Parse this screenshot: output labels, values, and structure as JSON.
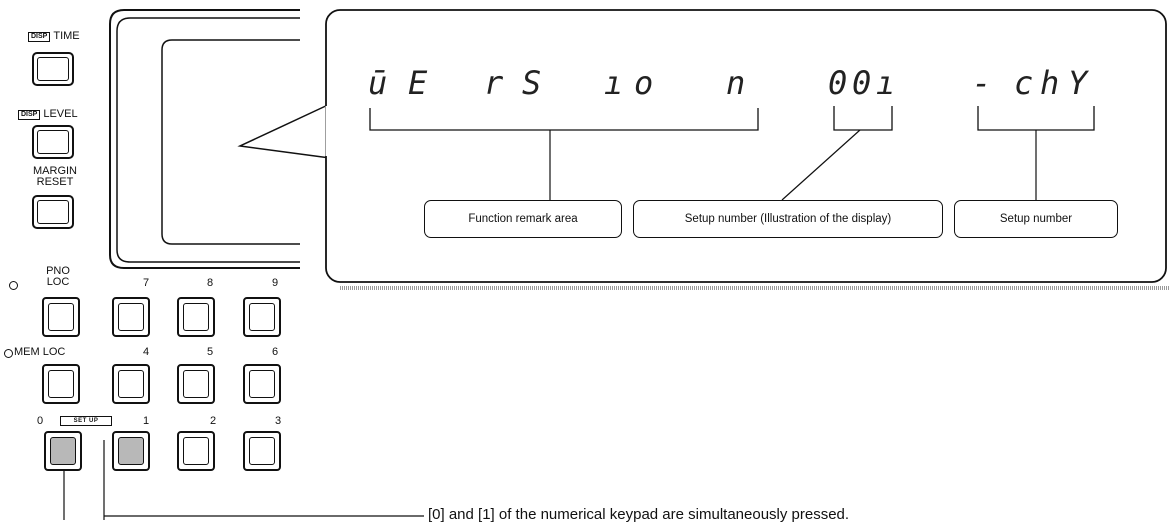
{
  "panel": {
    "disp_tag": "DISP",
    "time_label": "TIME",
    "level_label": "LEVEL",
    "margin_label": "MARGIN",
    "reset_label": "RESET",
    "pno_label": "PNO",
    "loc_label": "LOC",
    "memloc_label": "MEM LOC",
    "setup_tag": "SET UP",
    "keys": [
      "7",
      "8",
      "9",
      "4",
      "5",
      "6",
      "0",
      "1",
      "2",
      "3"
    ]
  },
  "display": {
    "segments": [
      "ū",
      "E",
      "r",
      "S",
      "ı",
      "o",
      "n",
      "0",
      "0",
      "ı",
      "-",
      "c",
      "h",
      "Y"
    ]
  },
  "callouts": {
    "function_remark": "Function remark area",
    "setup_illustration": "Setup number (Illustration of the display)",
    "setup_number": "Setup number"
  },
  "caption": {
    "text": "[0] and [1] of the numerical keypad are simultaneously pressed."
  },
  "colors": {
    "line": "#111111",
    "shade": "#b8b8b8"
  }
}
